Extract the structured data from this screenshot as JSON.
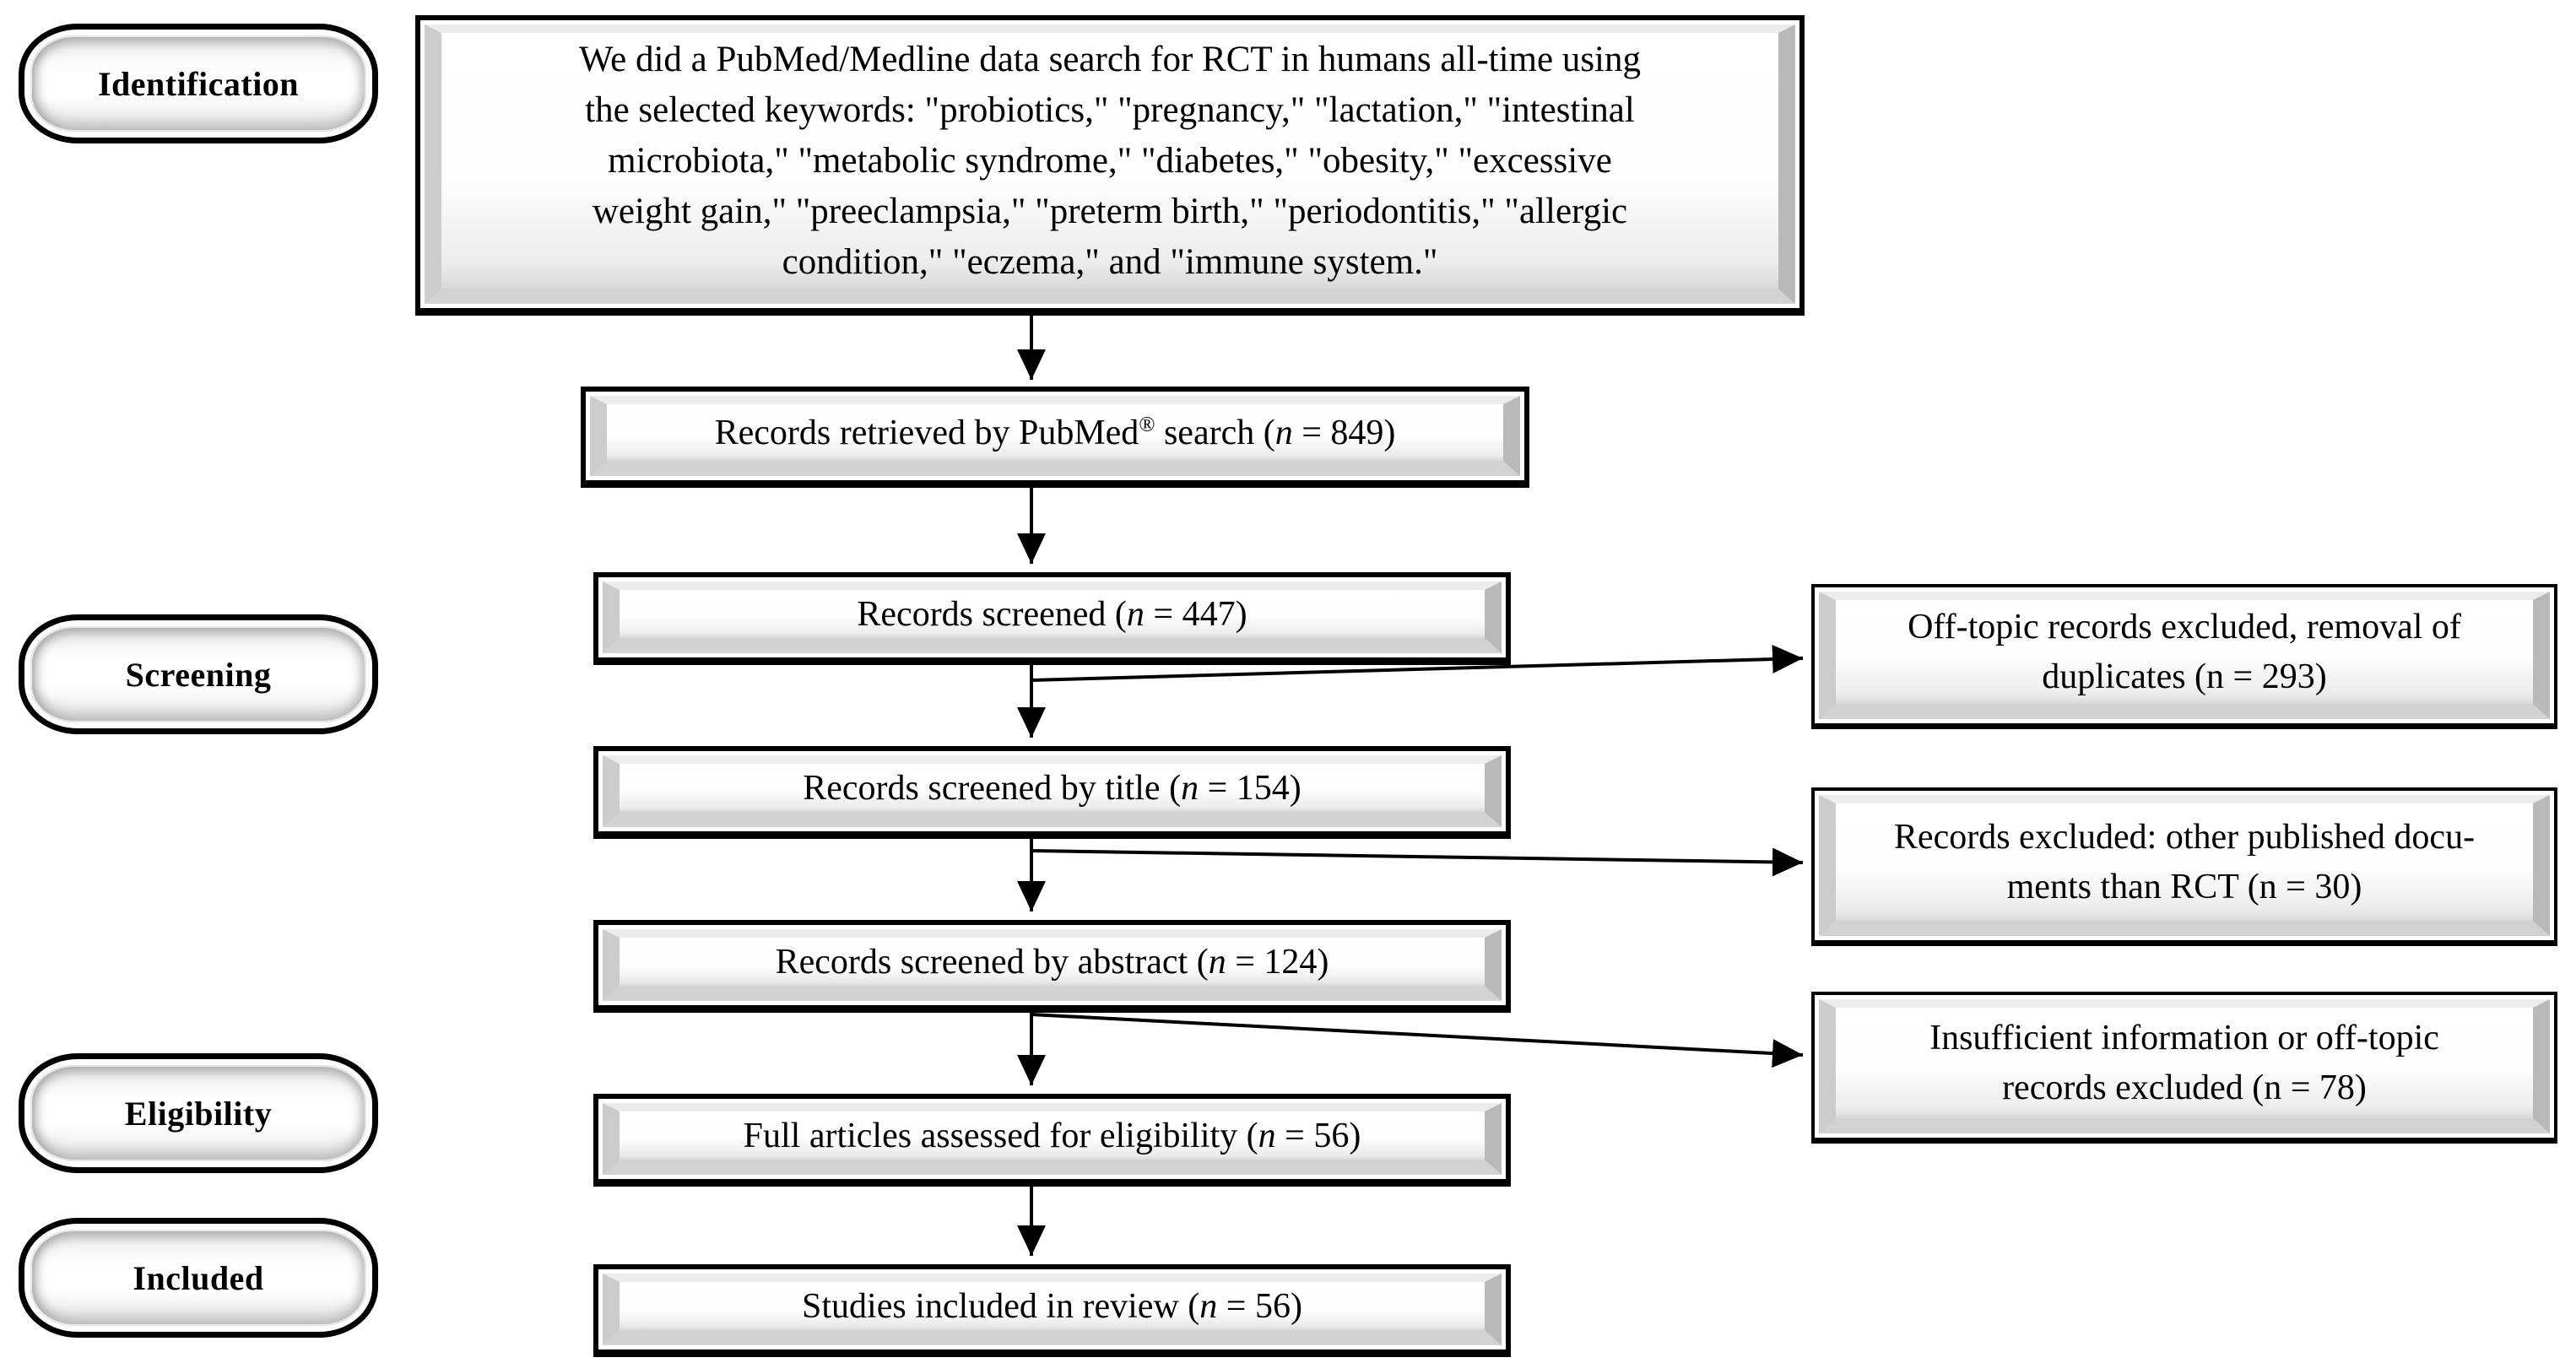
{
  "diagram": {
    "title_semantic": "PRISMA-style study selection flow diagram",
    "stages": [
      {
        "label": "Identification"
      },
      {
        "label": "Screening"
      },
      {
        "label": "Eligibility"
      },
      {
        "label": "Included"
      }
    ],
    "search_box": {
      "lines": [
        "We did a PubMed/Medline data search for RCT in humans all-time using",
        "the selected keywords: \"probiotics,\" \"pregnancy,\" \"lactation,\" \"intestinal",
        "microbiota,\" \"metabolic syndrome,\" \"diabetes,\" \"obesity,\" \"excessive",
        "weight gain,\" \"preeclampsia,\" \"preterm birth,\" \"periodontitis,\" \"allergic",
        "condition,\" \"eczema,\" and \"immune system.\""
      ]
    },
    "main_boxes": [
      {
        "label": "Records retrieved by PubMed® search (n = 849)"
      },
      {
        "label": "Records screened (n = 447)"
      },
      {
        "label": "Records screened by title (n = 154)"
      },
      {
        "label": "Records screened by abstract (n = 124)"
      },
      {
        "label": "Full articles assessed for eligibility (n = 56)"
      },
      {
        "label": "Studies included in review (n = 56)"
      }
    ],
    "exclusion_boxes": [
      {
        "lines": [
          "Off-topic records excluded, removal of",
          "duplicates (n = 293)"
        ]
      },
      {
        "lines": [
          "Records excluded: other published docu-",
          "ments than RCT (n = 30)"
        ]
      },
      {
        "lines": [
          "Insufficient information or off-topic",
          "records excluded (n = 78)"
        ]
      }
    ],
    "counts": {
      "retrieved": 849,
      "screened": 447,
      "screened_by_title": 154,
      "screened_by_abstract": 124,
      "assessed_full_text": 56,
      "included": 56,
      "excluded_offtopic_duplicates": 293,
      "excluded_not_rct": 30,
      "excluded_insufficient": 78
    },
    "colors": {
      "line": "#000000",
      "background": "#ffffff",
      "box_fill": "#ffffff",
      "bevel_dark": "#b9b9b9",
      "bevel_light": "#ececec"
    }
  }
}
